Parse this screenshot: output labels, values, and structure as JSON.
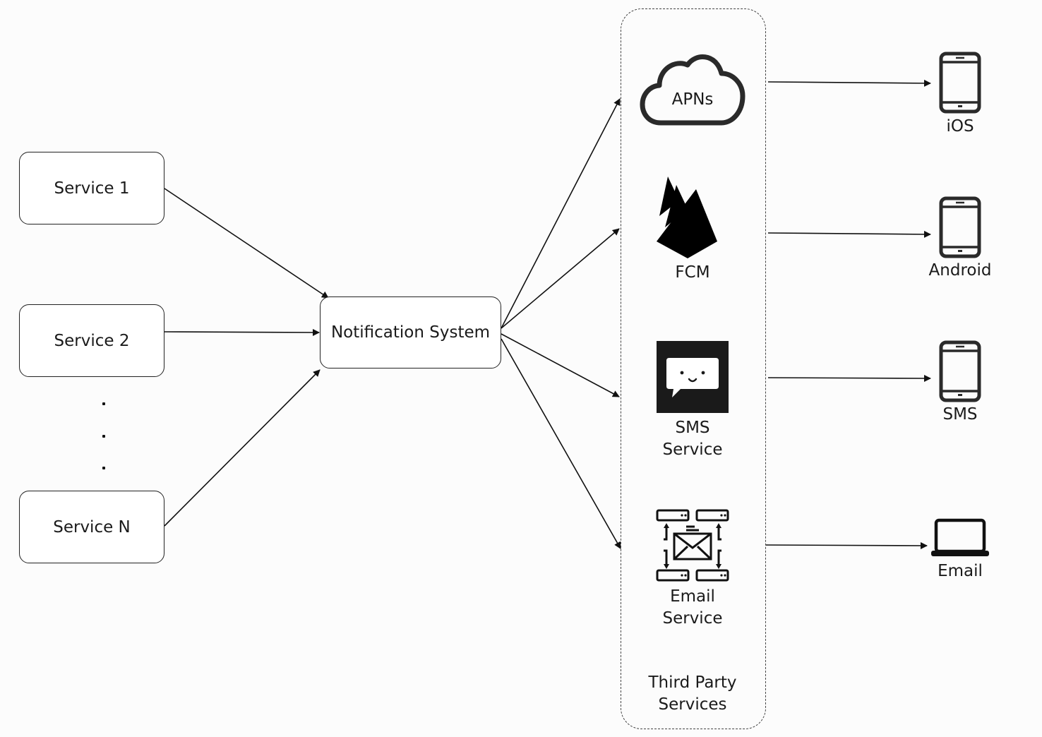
{
  "services": [
    {
      "label": "Service 1"
    },
    {
      "label": "Service 2"
    },
    {
      "label": "Service N"
    }
  ],
  "ellipsis_dots": 3,
  "notification_system": {
    "label": "Notification System"
  },
  "third_party": {
    "group_label_line1": "Third Party",
    "group_label_line2": "Services",
    "apns": {
      "label": "APNs",
      "icon": "cloud-icon"
    },
    "fcm": {
      "label": "FCM",
      "icon": "firebase-icon"
    },
    "sms": {
      "label_line1": "SMS",
      "label_line2": "Service",
      "icon": "chat-bubble-icon"
    },
    "email": {
      "label_line1": "Email",
      "label_line2": "Service",
      "icon": "email-server-icon"
    }
  },
  "devices": [
    {
      "label": "iOS",
      "icon": "smartphone-icon"
    },
    {
      "label": "Android",
      "icon": "smartphone-icon"
    },
    {
      "label": "SMS",
      "icon": "smartphone-icon"
    },
    {
      "label": "Email",
      "icon": "laptop-icon"
    }
  ],
  "colors": {
    "line": "#111111",
    "background": "#fcfcfc"
  }
}
